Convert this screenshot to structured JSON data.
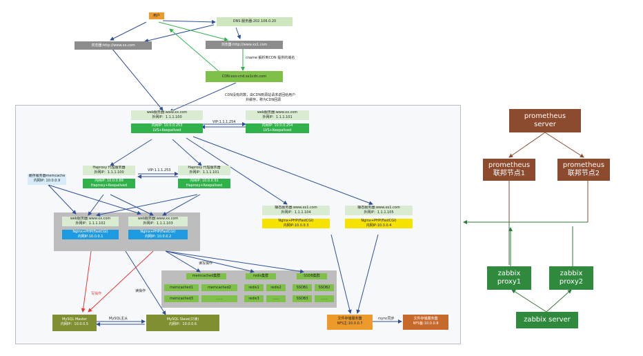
{
  "colors": {
    "blue_line": "#2f4f9a",
    "green_line": "#2fb24a",
    "red_line": "#e53a2f",
    "brown_line": "#8a4a2a",
    "dark_green_line": "#2f7a3a"
  },
  "top": {
    "user": "用户",
    "dns": "DNS 服务器:202.106.0.20",
    "browser_left": "浏览器:http://www.xx.com",
    "browser_right": "浏览器:http://www.xx1.com",
    "cname_note": "cname 解析到CDN 提供的域名",
    "cdn": "CDN:xxx-cnd.xx1cdn.com",
    "cdn_note_1": "CDN没有的数，由CDN到源站请求返回给用户",
    "cdn_note_2": "并缓存，称为CDN回源"
  },
  "lvs": {
    "left": {
      "title": "web服务器:www.xx.com",
      "ext": "外网IP：1.1.1.100",
      "int": "内网IP: 10.0.0.253",
      "role": "LVS+Keepalived"
    },
    "right": {
      "title": "web服务器:www.xx.com",
      "ext": "外网IP：1.1.1.101",
      "int": "内网IP: 10.0.0.254",
      "role": "LVS+Keepalived"
    },
    "vip": "VIP:1.1.1.254"
  },
  "haproxy": {
    "left": {
      "title": "Haproxy 代理服务器",
      "ext": "外网IP：1.1.1.100",
      "int": "内网IP: 10.0.0.89",
      "role": "Haproxy+Keepalived"
    },
    "right": {
      "title": "Haproxy 代理服务器",
      "ext": "外网IP：1.1.1.101",
      "int": "内网IP: 10.0.0.91",
      "role": "Haproxy+Keepalived"
    },
    "vip": "VIP:1.1.1.253"
  },
  "memcache": {
    "title": "缓存服务器memcache",
    "int": "内网IP: 10.0.0.9"
  },
  "web": {
    "left": {
      "title": "web服务器:www.xx.com",
      "ext": "外网IP：1.1.1.102",
      "stack": "Nginx+PHP(FastCGI)",
      "int": "内网IP:10.0.0.1"
    },
    "right": {
      "title": "web服务器:www.xx.com",
      "ext": "外网IP：1.1.1.103",
      "stack": "Nginx+PHP(FastCGI)",
      "int": "内网IP: 10.0.0.2"
    }
  },
  "static": {
    "left": {
      "title": "静态服务器:www.xx1.com",
      "ext": "外网IP：1.1.1.104",
      "stack": "Nginx+PHP(FastCGI)",
      "int": "内网IP:10.0.0.3"
    },
    "right": {
      "title": "静态服务器:www.xx1.com",
      "ext": "外网IP：1.1.1.105",
      "stack": "Nginx+PHP(FastCGI)",
      "int": "内网IP:10.0.0.4"
    }
  },
  "clusters": {
    "rw_label": "读写操作",
    "read_label": "读操作",
    "write_label": "写操作",
    "memcached": {
      "title": "memcached集群",
      "cells": [
        "memcached1",
        "memcached2",
        "memcached3",
        "......"
      ]
    },
    "redis": {
      "title": "redis集群",
      "cells": [
        "redis1",
        "redis2",
        "redis3",
        "......"
      ]
    },
    "ssdb": {
      "title": "SSDB集群",
      "cells": [
        "SSDB1",
        "SSDB2",
        "SSDB3",
        "......"
      ]
    }
  },
  "mysql": {
    "master": {
      "title": "MySQL Master",
      "int": "内网IP：10.0.0.5"
    },
    "slave": {
      "title": "MySQL Slave(只读)",
      "int": "内网IP：10.0.0.6"
    },
    "sync": "MySQL主从"
  },
  "storage": {
    "main": {
      "title": "文件存储服务器",
      "int": "NFS主:10.0.0.7"
    },
    "backup": {
      "title": "文件存储服务器",
      "int": "NFS备:10.0.0.8"
    },
    "sync": "rsync同步"
  },
  "monitoring": {
    "prom_server": "prometheus\nserver",
    "prom_fed1": "prometheus\n联邦节点1",
    "prom_fed2": "prometheus\n联邦节点2",
    "zbx_proxy1": "zabbix\nproxy1",
    "zbx_proxy2": "zabbix\nproxy2",
    "zbx_server": "zabbix server"
  }
}
